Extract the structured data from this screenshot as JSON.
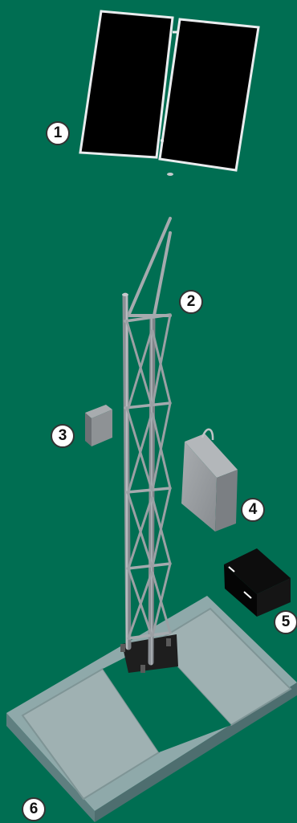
{
  "diagram": {
    "background_color": "#006e52",
    "components": [
      {
        "id": "solar-panel",
        "number": "1"
      },
      {
        "id": "lattice-mast",
        "number": "2"
      },
      {
        "id": "small-enclosure",
        "number": "3"
      },
      {
        "id": "electrical-cabinet",
        "number": "4"
      },
      {
        "id": "battery-box",
        "number": "5"
      },
      {
        "id": "concrete-foundation",
        "number": "6"
      }
    ]
  }
}
